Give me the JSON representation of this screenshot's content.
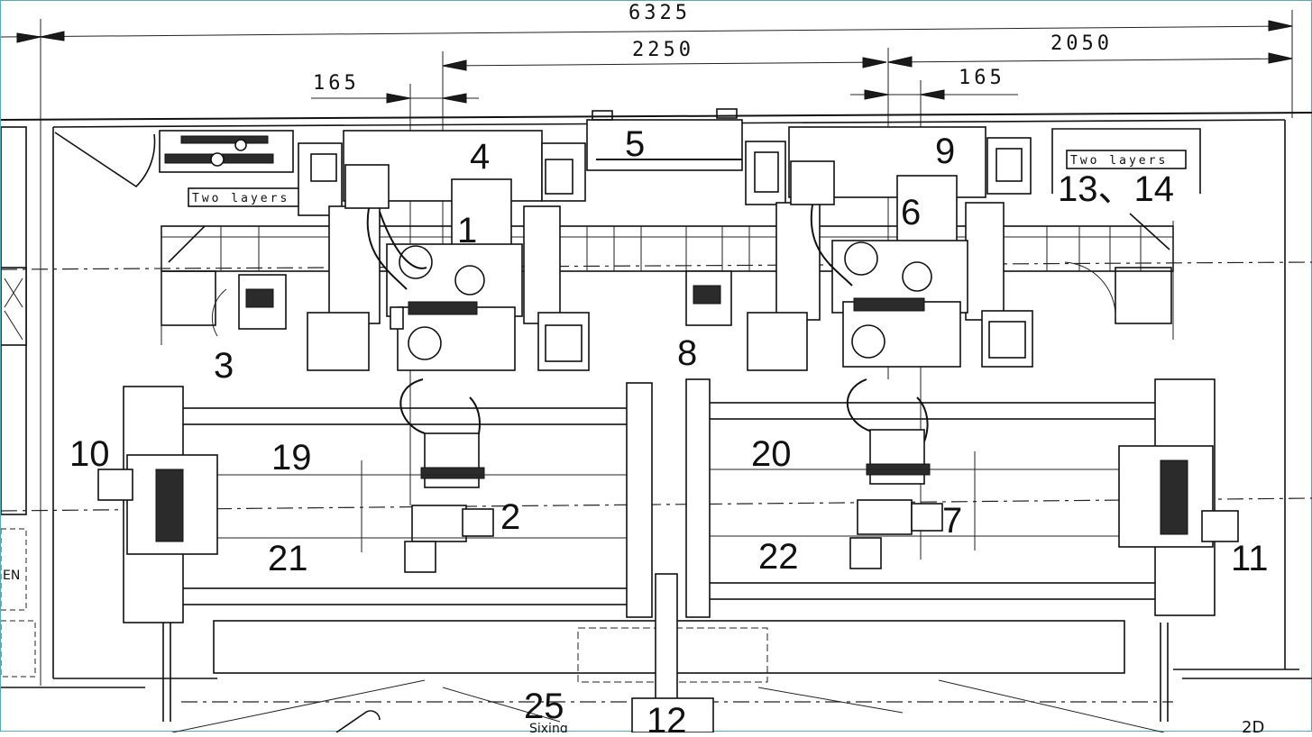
{
  "dimensions": {
    "overall_width": "6325",
    "center_span": "2250",
    "right_span": "2050",
    "left_offset": "165",
    "right_offset": "165"
  },
  "tags": {
    "left_layers": "Two layers",
    "right_layers": "Two layers",
    "left_edge_text": "EN",
    "bottom_text": "Sixing",
    "corner_text": "2D"
  },
  "callouts": {
    "c1": "1",
    "c2": "2",
    "c3": "3",
    "c4": "4",
    "c5": "5",
    "c6": "6",
    "c7": "7",
    "c8": "8",
    "c9": "9",
    "c10": "10",
    "c11": "11",
    "c12": "12",
    "c13_14": "13、14",
    "c19": "19",
    "c20": "20",
    "c21": "21",
    "c22": "22",
    "c25": "25"
  }
}
